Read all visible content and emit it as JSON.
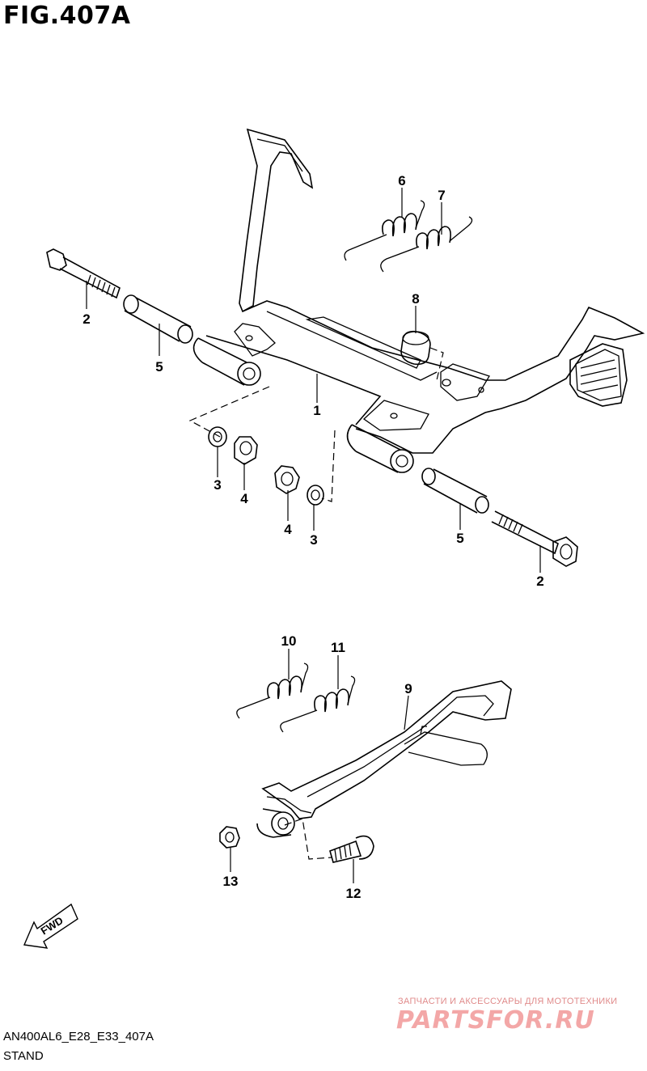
{
  "figure": {
    "title": "FIG.407A",
    "code": "AN400AL6_E28_E33_407A",
    "name": "STAND"
  },
  "callouts": [
    {
      "id": "c1",
      "text": "1"
    },
    {
      "id": "c2a",
      "text": "2"
    },
    {
      "id": "c2b",
      "text": "2"
    },
    {
      "id": "c3a",
      "text": "3"
    },
    {
      "id": "c3b",
      "text": "3"
    },
    {
      "id": "c4a",
      "text": "4"
    },
    {
      "id": "c4b",
      "text": "4"
    },
    {
      "id": "c5a",
      "text": "5"
    },
    {
      "id": "c5b",
      "text": "5"
    },
    {
      "id": "c6",
      "text": "6"
    },
    {
      "id": "c7",
      "text": "7"
    },
    {
      "id": "c8",
      "text": "8"
    },
    {
      "id": "c9",
      "text": "9"
    },
    {
      "id": "c10",
      "text": "10"
    },
    {
      "id": "c11",
      "text": "11"
    },
    {
      "id": "c12",
      "text": "12"
    },
    {
      "id": "c13",
      "text": "13"
    }
  ],
  "direction_marker": {
    "text": "FWD"
  },
  "watermark": {
    "tagline": "ЗАПЧАСТИ И АКСЕССУАРЫ ДЛЯ МОТОТЕХНИКИ",
    "logo": "PARTSFOR.RU"
  }
}
